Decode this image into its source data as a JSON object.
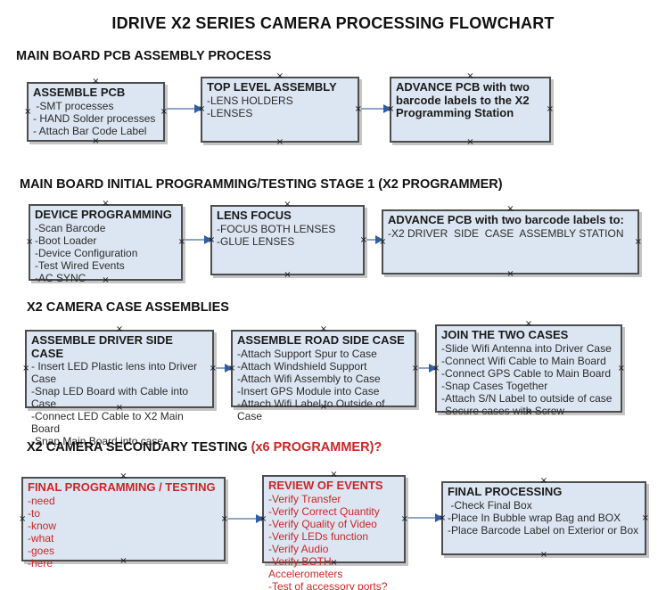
{
  "title": "IDRIVE X2  SERIES CAMERA PROCESSING FLOWCHART",
  "icons": {
    "connection_point": "×"
  },
  "colors": {
    "box_fill": "#dce6f2",
    "box_border": "#4d4d4d",
    "connector_line": "#8ea5c6",
    "connector_arrow": "#2e5ea6",
    "red_text": "#cc2626",
    "black_text": "#1a1a1a"
  },
  "sections": [
    {
      "heading": "MAIN BOARD PCB ASSEMBLY PROCESS",
      "boxes": [
        {
          "title": "ASSEMBLE PCB",
          "items": [
            " -SMT processes",
            "- HAND Solder processes",
            "- Attach Bar Code Label"
          ]
        },
        {
          "title": "TOP LEVEL ASSEMBLY",
          "items": [
            "-LENS HOLDERS",
            "-LENSES"
          ]
        },
        {
          "title": "ADVANCE PCB with two barcode labels to the  X2 Programming Station",
          "items": []
        }
      ]
    },
    {
      "heading": "MAIN BOARD INITIAL PROGRAMMING/TESTING STAGE 1 (X2 PROGRAMMER)",
      "boxes": [
        {
          "title": "DEVICE PROGRAMMING",
          "items": [
            "-Scan Barcode",
            "-Boot Loader",
            "-Device Configuration",
            "-Test Wired Events",
            "-AC SYNC"
          ]
        },
        {
          "title": "LENS FOCUS",
          "items": [
            "-FOCUS BOTH LENSES",
            "-GLUE LENSES"
          ]
        },
        {
          "title": "ADVANCE PCB with two barcode labels to:",
          "items": [
            "-X2 DRIVER  SIDE  CASE  ASSEMBLY STATION"
          ]
        }
      ]
    },
    {
      "heading": "X2 CAMERA CASE ASSEMBLIES",
      "boxes": [
        {
          "title": "ASSEMBLE DRIVER SIDE CASE",
          "items": [
            "- Insert LED Plastic lens into Driver Case",
            "-Snap LED Board with Cable into Case",
            "-Connect LED Cable to X2 Main Board",
            "-Snap Main Board into case"
          ]
        },
        {
          "title": "ASSEMBLE ROAD SIDE CASE",
          "items": [
            "-Attach Support Spur to Case",
            "-Attach Windshield Support",
            "-Attach Wifi Assembly to Case",
            "-Insert GPS Module into Case",
            "-Attach Wifi Label to Outside of Case"
          ]
        },
        {
          "title": "JOIN THE TWO CASES",
          "items": [
            "-Slide Wifi Antenna into Driver Case",
            "-Connect Wifi Cable to Main Board",
            "-Connect GPS Cable to Main Board",
            "-Snap Cases Together",
            "-Attach S/N Label to outside of case",
            "-Secure cases with Screw"
          ]
        }
      ]
    },
    {
      "heading": "X2 CAMERA SECONDARY TESTING ",
      "heading_suffix": " (x6 PROGRAMMER)?",
      "boxes": [
        {
          "title": "FINAL PROGRAMMING / TESTING",
          "items": [
            "-need",
            "-to",
            "-know",
            "-what",
            "-goes",
            "-here"
          ]
        },
        {
          "title": "REVIEW OF EVENTS",
          "items": [
            "-Verify Transfer",
            "-Verify Correct Quantity",
            "-Verify Quality of Video",
            "-Verify LEDs function",
            "-Verify Audio",
            "-Verify BOTH Accelerometers",
            "-Test of accessory ports?"
          ]
        },
        {
          "title": "FINAL PROCESSING",
          "items": [
            " -Check Final Box",
            "-Place In Bubble wrap Bag and BOX",
            "-Place Barcode Label on Exterior or Box"
          ]
        }
      ]
    }
  ]
}
